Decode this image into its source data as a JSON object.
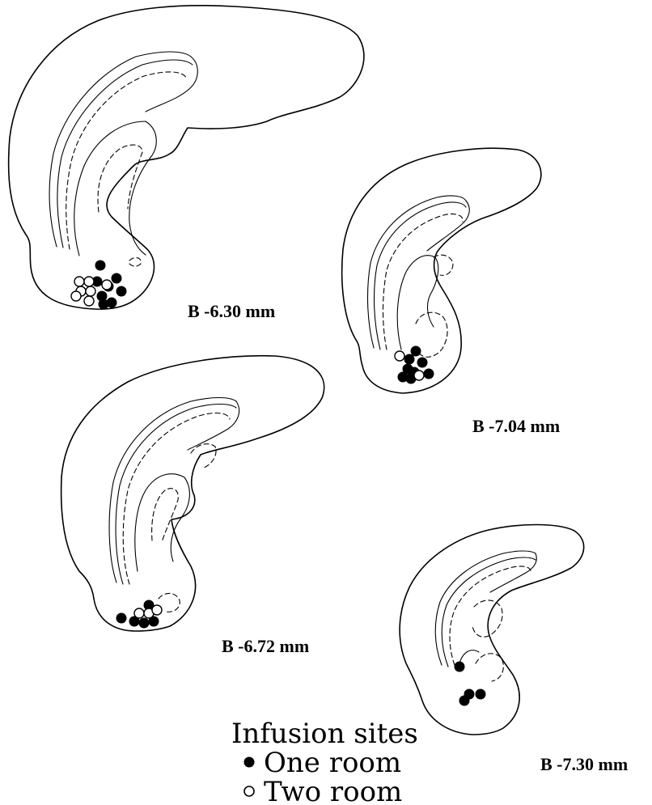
{
  "sections": [
    {
      "id": "s1",
      "label": "B -6.30 mm"
    },
    {
      "id": "s2",
      "label": "B -7.04 mm"
    },
    {
      "id": "s3",
      "label": "B -6.72 mm"
    },
    {
      "id": "s4",
      "label": "B -7.30 mm"
    }
  ],
  "legend": {
    "title": "Infusion sites",
    "items": [
      {
        "symbol": "filled-circle",
        "label": "One room",
        "color": "#000000"
      },
      {
        "symbol": "open-circle",
        "label": "Two room",
        "color": "#ffffff"
      }
    ]
  }
}
